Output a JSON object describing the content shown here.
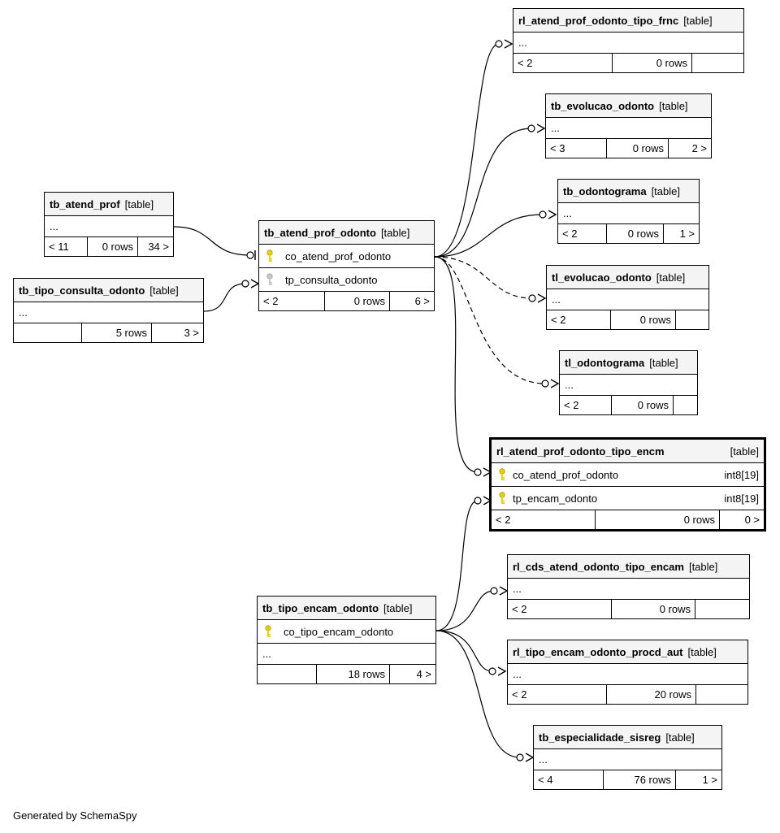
{
  "tables": {
    "rl_atend_prof_odonto_tipo_frnc": {
      "name": "rl_atend_prof_odonto_tipo_frnc",
      "type": "[table]",
      "more": "...",
      "parents": "< 2",
      "rows": "0 rows",
      "children": ""
    },
    "tb_evolucao_odonto": {
      "name": "tb_evolucao_odonto",
      "type": "[table]",
      "more": "...",
      "parents": "< 3",
      "rows": "0 rows",
      "children": "2 >"
    },
    "tb_odontograma": {
      "name": "tb_odontograma",
      "type": "[table]",
      "more": "...",
      "parents": "< 2",
      "rows": "0 rows",
      "children": "1 >"
    },
    "tl_evolucao_odonto": {
      "name": "tl_evolucao_odonto",
      "type": "[table]",
      "more": "...",
      "parents": "< 2",
      "rows": "0 rows",
      "children": ""
    },
    "tl_odontograma": {
      "name": "tl_odontograma",
      "type": "[table]",
      "more": "...",
      "parents": "< 2",
      "rows": "0 rows",
      "children": ""
    },
    "tb_atend_prof": {
      "name": "tb_atend_prof",
      "type": "[table]",
      "more": "...",
      "parents": "< 11",
      "rows": "0 rows",
      "children": "34 >"
    },
    "tb_tipo_consulta_odonto": {
      "name": "tb_tipo_consulta_odonto",
      "type": "[table]",
      "more": "...",
      "parents": "",
      "rows": "5 rows",
      "children": "3 >"
    },
    "tb_atend_prof_odonto": {
      "name": "tb_atend_prof_odonto",
      "type": "[table]",
      "columns": [
        {
          "name": "co_atend_prof_odonto",
          "key": "primary"
        },
        {
          "name": "tp_consulta_odonto",
          "key": "foreign"
        }
      ],
      "parents": "< 2",
      "rows": "0 rows",
      "children": "6 >"
    },
    "rl_atend_prof_odonto_tipo_encm": {
      "name": "rl_atend_prof_odonto_tipo_encm",
      "type": "[table]",
      "columns": [
        {
          "name": "co_atend_prof_odonto",
          "key": "primary",
          "type": "int8[19]"
        },
        {
          "name": "tp_encam_odonto",
          "key": "primary",
          "type": "int8[19]"
        }
      ],
      "parents": "< 2",
      "rows": "0 rows",
      "children": "0 >"
    },
    "rl_cds_atend_odonto_tipo_encam": {
      "name": "rl_cds_atend_odonto_tipo_encam",
      "type": "[table]",
      "more": "...",
      "parents": "< 2",
      "rows": "0 rows",
      "children": ""
    },
    "tb_tipo_encam_odonto": {
      "name": "tb_tipo_encam_odonto",
      "type": "[table]",
      "columns": [
        {
          "name": "co_tipo_encam_odonto",
          "key": "primary"
        }
      ],
      "more": "...",
      "parents": "",
      "rows": "18 rows",
      "children": "4 >"
    },
    "rl_tipo_encam_odonto_procd_aut": {
      "name": "rl_tipo_encam_odonto_procd_aut",
      "type": "[table]",
      "more": "...",
      "parents": "< 2",
      "rows": "20 rows",
      "children": ""
    },
    "tb_especialidade_sisreg": {
      "name": "tb_especialidade_sisreg",
      "type": "[table]",
      "more": "...",
      "parents": "< 4",
      "rows": "76 rows",
      "children": "1 >"
    }
  },
  "colors": {
    "primary_key": "#e6d200",
    "foreign_key": "#b4b4b4",
    "header_bg": "#f4f4f4"
  },
  "credit": "Generated by SchemaSpy"
}
